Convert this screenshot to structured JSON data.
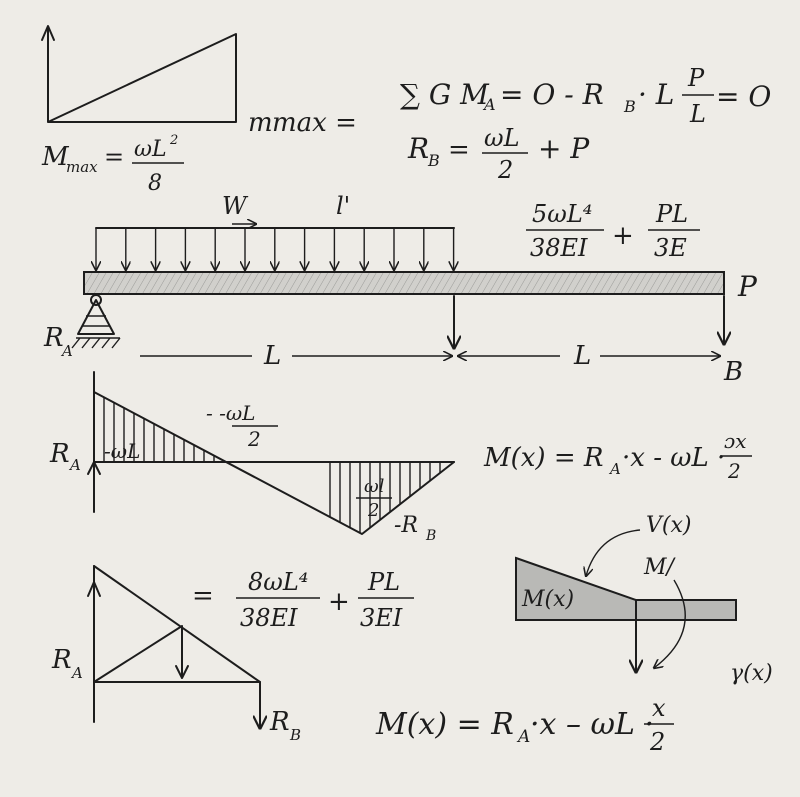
{
  "moment_diagram_top": {
    "label_max_partial": "max =",
    "label_m_partial": "m",
    "m_max_lhs": "M",
    "m_max_sub": "max",
    "m_max_eq": "=",
    "m_max_num": "ωL",
    "m_max_num_exp": "2",
    "m_max_den": "8"
  },
  "equilibrium": {
    "sum_eq": "∑ G M",
    "sum_sub": "A",
    "sum_rest": "= O  - R",
    "sum_sub2": "B",
    "sum_tail": "· L",
    "frac_num": "P",
    "frac_den": "L",
    "frac_rhs": "= O",
    "rb_lhs": "R",
    "rb_sub": "B",
    "rb_eq": "=",
    "rb_num": "ωL",
    "rb_den": "2",
    "rb_tail": "+ P"
  },
  "beam": {
    "load_label_w": "W",
    "load_label_l": "l'",
    "deflection_num": "5ωL⁴",
    "deflection_den": "38EI",
    "plus": "+",
    "pl_num": "PL",
    "pl_den": "3E",
    "point_load": "P",
    "support_label": "R",
    "support_sub": "A",
    "span1": "L",
    "span2": "L",
    "end_label": "B"
  },
  "shear_diagram": {
    "ra_label": "R",
    "ra_sub": "A",
    "neg_wl": "-ωL",
    "neg_half_num": "- -ωL",
    "neg_half_den": "2",
    "inner_num": "ωl",
    "inner_den": "2",
    "neg_rb": "-R",
    "neg_rb_sub": "B"
  },
  "moment_equation_1": {
    "text": "M(x) = R",
    "sub": "A",
    "rest": "·x - ωL ·",
    "frac_num": "ɔx",
    "frac_den": "2"
  },
  "truss_diagram": {
    "eq": "=",
    "frac1_num": "8ωL⁴",
    "frac1_den": "38EI",
    "plus": "+",
    "frac2_num": "PL",
    "frac2_den": "3EI",
    "ra_label": "R",
    "ra_sub": "A",
    "rb_label": "R",
    "rb_sub": "B"
  },
  "section_detail": {
    "vx_label": "V(x)",
    "m_label": "M/",
    "mx_label": "M(x)",
    "yx_label": "γ(x)"
  },
  "moment_equation_2": {
    "text": "M(x) = R",
    "sub": "A",
    "rest": "·x – ωL ·",
    "frac_num": "x",
    "frac_den": "2"
  },
  "colors": {
    "paper": "#eeece7",
    "ink": "#1d1d1d",
    "beam_fill": "#b9b9b6"
  }
}
